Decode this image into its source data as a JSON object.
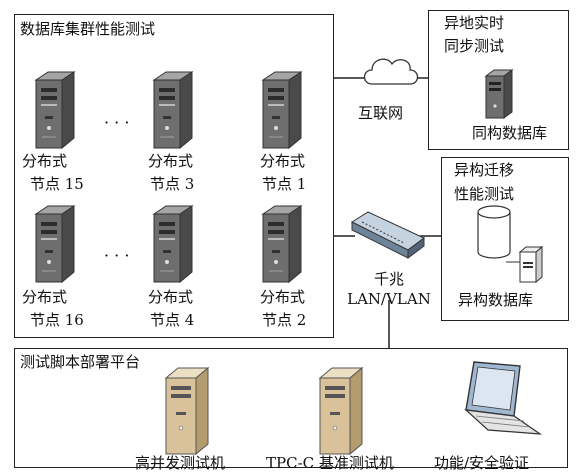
{
  "cluster": {
    "title": "数据库集群性能测试",
    "nodes": [
      {
        "line1": "分布式",
        "line2": "节点 15"
      },
      {
        "line1": "分布式",
        "line2": "节点 3"
      },
      {
        "line1": "分布式",
        "line2": "节点 1"
      },
      {
        "line1": "分布式",
        "line2": "节点 16"
      },
      {
        "line1": "分布式",
        "line2": "节点 4"
      },
      {
        "line1": "分布式",
        "line2": "节点 2"
      }
    ],
    "ellipsis": "· · ·"
  },
  "remote": {
    "title_line1": "异地实时",
    "title_line2": "同步测试",
    "db_label": "同构数据库"
  },
  "internet_label": "互联网",
  "switch_label_line1": "千兆",
  "switch_label_line2": "LAN/VLAN",
  "migration": {
    "title_line1": "异构迁移",
    "title_line2": "性能测试",
    "db_label": "异构数据库"
  },
  "platform": {
    "title": "测试脚本部署平台",
    "machines": [
      {
        "label": "高并发测试机"
      },
      {
        "label": "TPC-C 基准测试机"
      },
      {
        "label": "功能/安全验证"
      }
    ]
  },
  "colors": {
    "server_front": "#6e6e6e",
    "server_side": "#4a4a4a",
    "server_beige": "#d9c29a",
    "switch": "#8aa0b8"
  }
}
